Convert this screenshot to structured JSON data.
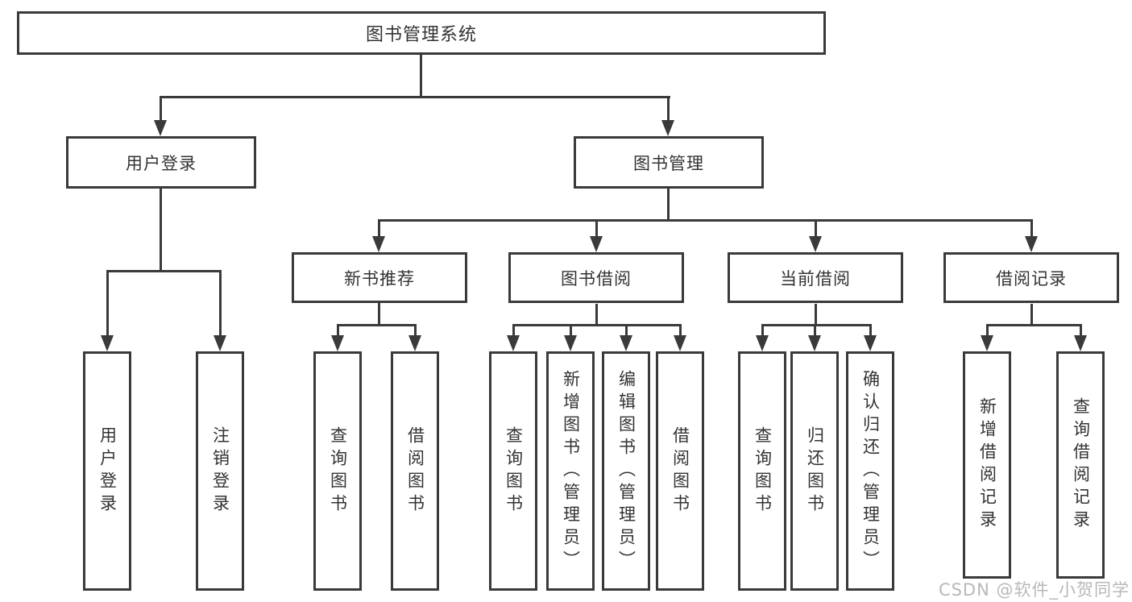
{
  "colors": {
    "line": "#3a3a3a",
    "text": "#333333",
    "watermark": "#b8b8b8",
    "background": "#ffffff"
  },
  "diagram": {
    "type": "tree",
    "root": "图书管理系统",
    "level2": [
      {
        "label": "用户登录",
        "leaves": [
          "用户登录",
          "注销登录"
        ]
      },
      {
        "label": "图书管理"
      }
    ],
    "level3": [
      {
        "label": "新书推荐",
        "leaves": [
          "查询图书",
          "借阅图书"
        ]
      },
      {
        "label": "图书借阅",
        "leaves": [
          "查询图书",
          "新增图书（管理员）",
          "编辑图书（管理员）",
          "借阅图书"
        ]
      },
      {
        "label": "当前借阅",
        "leaves": [
          "查询图书",
          "归还图书",
          "确认归还（管理员）"
        ]
      },
      {
        "label": "借阅记录",
        "leaves": [
          "新增借阅记录",
          "查询借阅记录"
        ]
      }
    ]
  },
  "watermark": {
    "text": "CSDN @软件_小贺同学"
  }
}
